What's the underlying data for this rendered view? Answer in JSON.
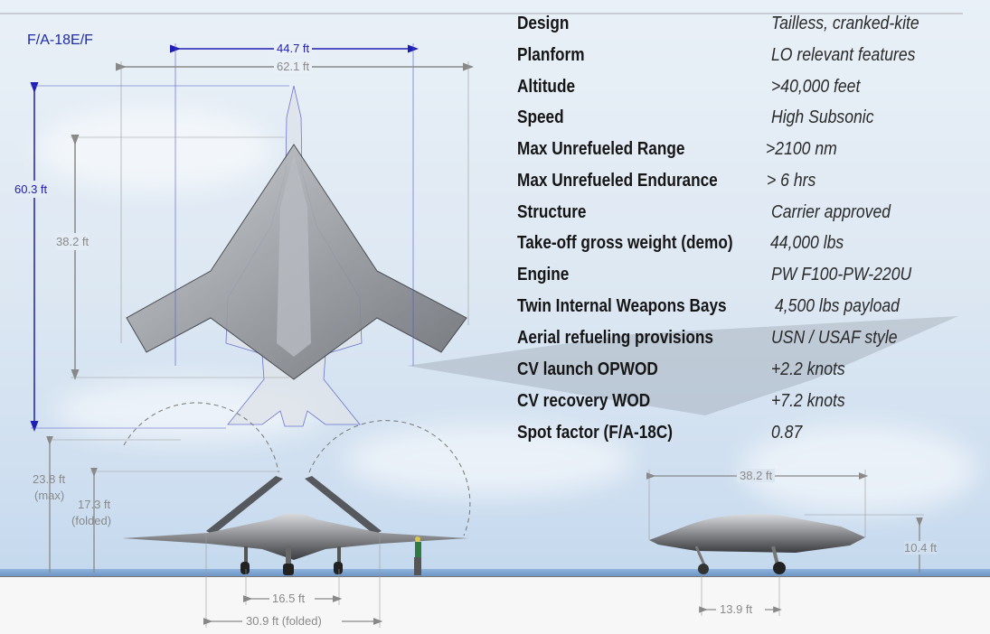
{
  "aircraft_label": "F/A-18E/F",
  "top_view": {
    "span_folded": "44.7 ft",
    "span_full": "62.1 ft",
    "length_fa18": "60.3 ft",
    "length": "38.2 ft"
  },
  "front_view": {
    "height_max": "23.8 ft",
    "height_max_note": "(max)",
    "height_folded": "17.3 ft",
    "height_folded_note": "(folded)",
    "track": "16.5 ft",
    "span_folded": "30.9 ft (folded)"
  },
  "side_view": {
    "length": "38.2 ft",
    "height": "10.4 ft",
    "wheelbase": "13.9 ft"
  },
  "specs": [
    {
      "label": "Design",
      "value": "Tailless, cranked-kite"
    },
    {
      "label": "Planform",
      "value": "LO relevant features"
    },
    {
      "label": "Altitude",
      "value": ">40,000 feet"
    },
    {
      "label": "Speed",
      "value": "High Subsonic"
    },
    {
      "label": "Max Unrefueled Range",
      "value": ">2100 nm"
    },
    {
      "label": "Max Unrefueled Endurance",
      "value": "> 6 hrs"
    },
    {
      "label": "Structure",
      "value": "Carrier approved"
    },
    {
      "label": "Take-off gross weight (demo)",
      "value": "44,000 lbs"
    },
    {
      "label": "Engine",
      "value": "PW F100-PW-220U"
    },
    {
      "label": "Twin Internal Weapons Bays",
      "value": "4,500 lbs payload"
    },
    {
      "label": "Aerial refueling provisions",
      "value": "USN / USAF style"
    },
    {
      "label": "CV launch OPWOD",
      "value": "+2.2 knots"
    },
    {
      "label": "CV recovery WOD",
      "value": "+7.2 knots"
    },
    {
      "label": "Spot factor (F/A-18C)",
      "value": "0.87"
    }
  ]
}
